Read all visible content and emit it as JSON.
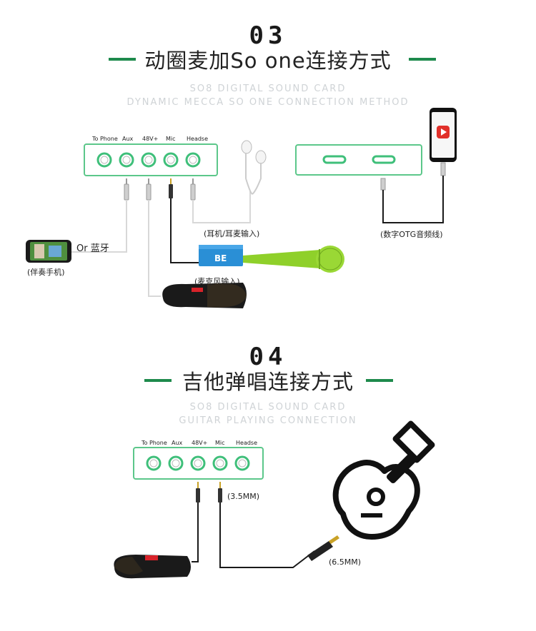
{
  "section1": {
    "number": "03",
    "title": "动圈麦加So one连接方式",
    "sub1": "SO8 DIGITAL SOUND CARD",
    "sub2": "DYNAMIC MECCA SO ONE CONNECTION METHOD",
    "ports": [
      "To Phone",
      "Aux",
      "48V+",
      "Mic",
      "Headse"
    ],
    "label_earphone": "(耳机/耳麦输入)",
    "label_digital": "(数字OTG音频线)",
    "label_bluetooth": "Or 蓝牙",
    "label_phone": "(伴奏手机)",
    "label_mic_input": "(麦克风输入)"
  },
  "section2": {
    "number": "04",
    "title": "吉他弹唱连接方式",
    "sub1": "SO8 DIGITAL SOUND CARD",
    "sub2": "GUITAR PLAYING CONNECTION",
    "ports": [
      "To Phone",
      "Aux",
      "48V+",
      "Mic",
      "Headse"
    ],
    "label_35": "(3.5MM)",
    "label_65": "(6.5MM)"
  },
  "colors": {
    "accent": "#1e8a4c",
    "device_border": "#5cc78a",
    "knob_ring": "#3fbf7a",
    "mic_green": "#8fd02a",
    "amp_blue": "#2a8fd6",
    "mic_red": "#d8232a"
  }
}
